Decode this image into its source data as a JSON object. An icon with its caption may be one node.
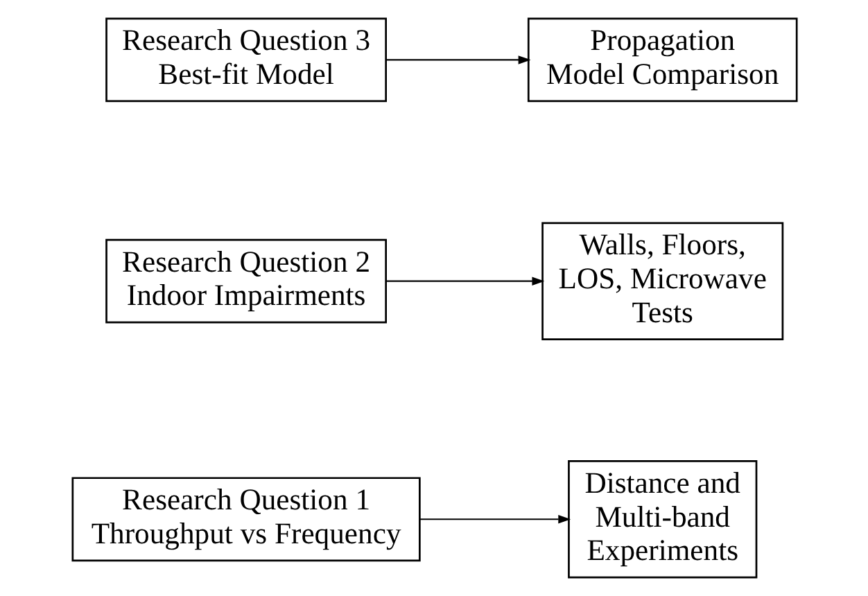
{
  "diagram": {
    "nodes": [
      {
        "text": [
          "Research Question 1",
          "Throughput vs Frequency"
        ]
      },
      {
        "text": [
          "Distance and Multi-band Experiments"
        ]
      },
      {
        "text": [
          "Research Question 2",
          "Indoor Impairments"
        ]
      },
      {
        "text": [
          "Walls, Floors, LOS, Microwave Tests"
        ]
      },
      {
        "text": [
          "Research Question 3",
          "Best-fit Model"
        ]
      },
      {
        "text": [
          "Propagation Model Comparison"
        ]
      }
    ],
    "edges": [
      {
        "from": 0,
        "to": 1,
        "arrow": "to"
      },
      {
        "from": 2,
        "to": 3,
        "arrow": "to"
      },
      {
        "from": 4,
        "to": 5,
        "arrow": "to"
      }
    ]
  }
}
